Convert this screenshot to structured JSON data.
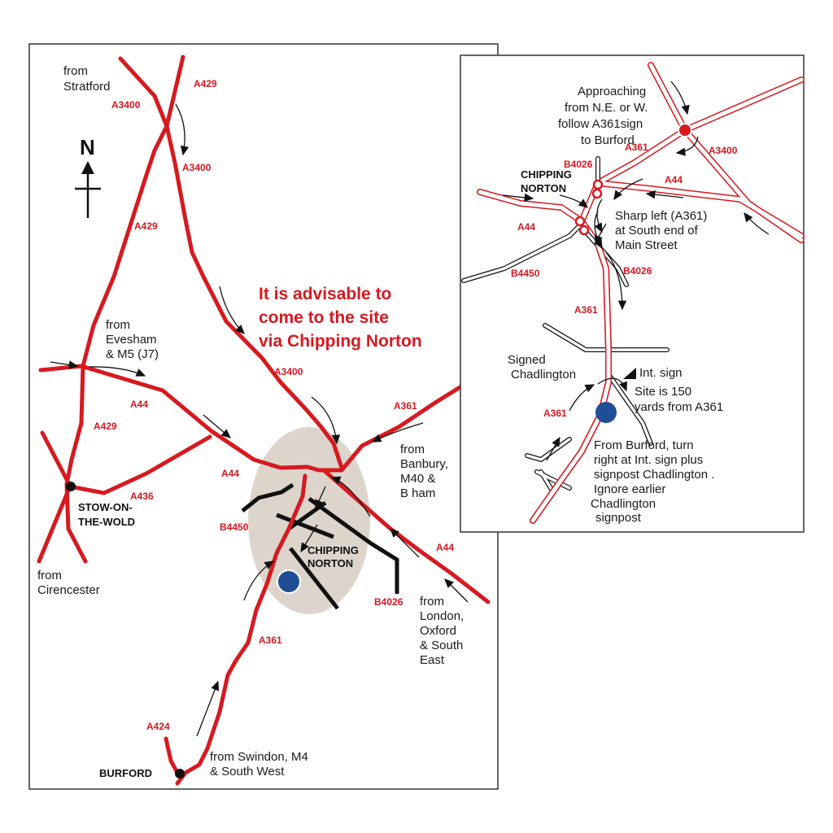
{
  "colors": {
    "road": "#d71920",
    "minor_road": "#111111",
    "town_area": "#ddd5cc",
    "site": "#1f4e96",
    "frame": "#333333"
  },
  "main_map": {
    "north_label": "N",
    "advice": [
      "It is advisable to",
      "come to the site",
      "via Chipping Norton"
    ],
    "towns": {
      "stow": [
        "STOW-ON-",
        "THE-WOLD"
      ],
      "chipping": [
        "CHIPPING",
        "NORTON"
      ],
      "burford": "BURFORD"
    },
    "roads": {
      "a429_top": "A429",
      "a3400_top": "A3400",
      "a3400_right": "A3400",
      "a429_mid": "A429",
      "a3400_mid": "A3400",
      "a361_ne": "A361",
      "a44_left": "A44",
      "a429_low": "A429",
      "a436": "A436",
      "a44_mid": "A44",
      "b4450": "B4450",
      "a44_right": "A44",
      "b4026": "B4026",
      "a361_low": "A361",
      "a424": "A424"
    },
    "from": {
      "stratford": [
        "from",
        "Stratford"
      ],
      "evesham": [
        "from",
        "Evesham",
        "& M5 (J7)"
      ],
      "cirencester": [
        "from",
        "Cirencester"
      ],
      "banbury": [
        "from",
        "Banbury,",
        "M40 &",
        "B ham"
      ],
      "london": [
        "from",
        "London,",
        "Oxford",
        "& South",
        "East"
      ],
      "swindon": [
        "from Swindon, M4",
        "& South West"
      ]
    }
  },
  "inset_map": {
    "approach": [
      "Approaching",
      "from N.E. or W.",
      "follow A361sign",
      "to Burford"
    ],
    "town": [
      "CHIPPING",
      "NORTON"
    ],
    "sharp_left": [
      "Sharp left (A361)",
      "at South end of",
      "Main Street"
    ],
    "signed": [
      "Signed",
      "Chadlington"
    ],
    "int_sign": "Int. sign",
    "site_dist": [
      "Site is 150",
      "yards from A361"
    ],
    "from_burford": [
      "From Burford, turn",
      "right at Int. sign plus",
      "signpost  Chadlington .",
      "Ignore earlier",
      "Chadlington",
      "signpost"
    ],
    "roads": {
      "a361_top": "A361",
      "a3400": "A3400",
      "b4026_top": "B4026",
      "a44_right": "A44",
      "a44_left": "A44",
      "b4450": "B4450",
      "b4026_mid": "B4026",
      "a361_mid": "A361",
      "a361_low": "A361"
    }
  }
}
